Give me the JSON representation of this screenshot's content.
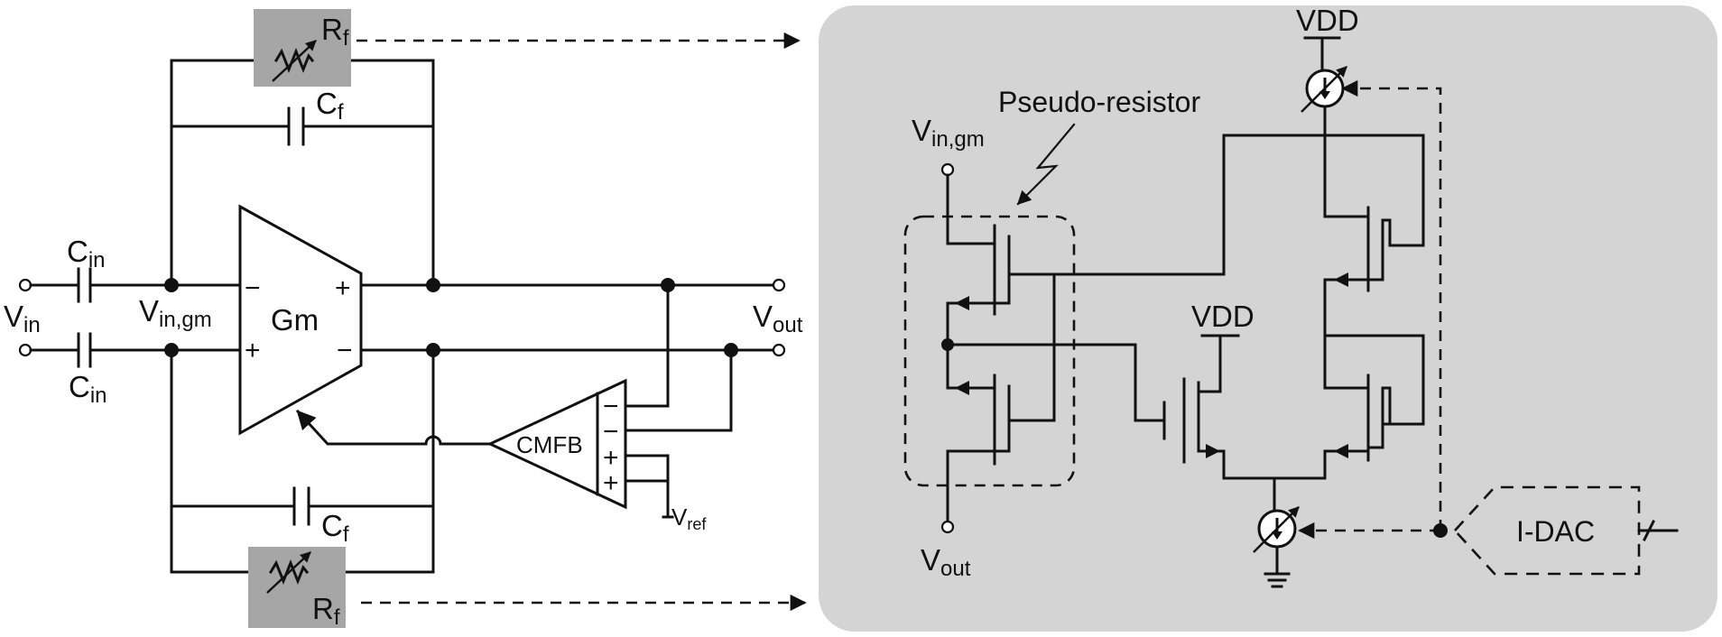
{
  "colors": {
    "panel": "#d4d4d4",
    "highlight": "#a6a6a6",
    "ink": "#111111"
  },
  "left": {
    "input_cap_top": {
      "main": "C",
      "sub": "in"
    },
    "input_cap_bottom": {
      "main": "C",
      "sub": "in"
    },
    "input_label": {
      "main": "V",
      "sub": "in"
    },
    "node_label": {
      "main": "V",
      "sub": "in,gm"
    },
    "output_label": {
      "main": "V",
      "sub": "out"
    },
    "amp_label": "Gm",
    "amp_minus": "−",
    "amp_plus": "+",
    "out_plus": "+",
    "out_minus": "−",
    "rf_top": {
      "main": "R",
      "sub": "f"
    },
    "rf_bottom": {
      "main": "R",
      "sub": "f"
    },
    "cf_top": {
      "main": "C",
      "sub": "f"
    },
    "cf_bottom": {
      "main": "C",
      "sub": "f"
    },
    "cmfb_label": "CMFB",
    "cmfb_in1": "−",
    "cmfb_in2": "−",
    "cmfb_in3": "+",
    "cmfb_in4": "+",
    "vref_label": {
      "main": "V",
      "sub": "ref"
    }
  },
  "right": {
    "vdd_top": "VDD",
    "vdd_mid": "VDD",
    "pseudo_resistor_label": "Pseudo-resistor",
    "vin_gm_label": {
      "main": "V",
      "sub": "in,gm"
    },
    "vout_label": {
      "main": "V",
      "sub": "out"
    },
    "idac_label": "I-DAC"
  }
}
